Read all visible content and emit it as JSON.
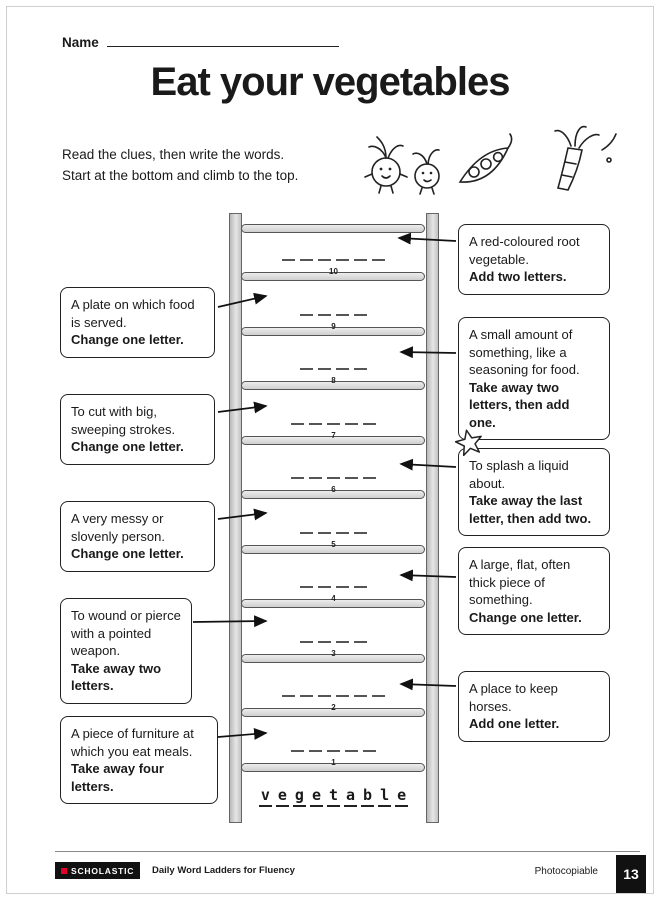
{
  "header": {
    "name_label": "Name",
    "title": "Eat your vegetables",
    "instructions_line1": "Read the clues, then write the words.",
    "instructions_line2": "Start at the bottom and climb to the top."
  },
  "ladder": {
    "base_word": "vegetable",
    "rungs": [
      {
        "number": 1,
        "letters": 5
      },
      {
        "number": 2,
        "letters": 6
      },
      {
        "number": 3,
        "letters": 4
      },
      {
        "number": 4,
        "letters": 4
      },
      {
        "number": 5,
        "letters": 4
      },
      {
        "number": 6,
        "letters": 5
      },
      {
        "number": 7,
        "letters": 5
      },
      {
        "number": 8,
        "letters": 4
      },
      {
        "number": 9,
        "letters": 4
      },
      {
        "number": 10,
        "letters": 6
      }
    ]
  },
  "clues_left": [
    {
      "text": "A plate on which food is served.",
      "action": "Change one letter."
    },
    {
      "text": "To cut with big, sweeping strokes.",
      "action": "Change one letter."
    },
    {
      "text": "A very messy or slovenly person.",
      "action": "Change one letter."
    },
    {
      "text": "To wound or pierce with a pointed weapon.",
      "action": "Take away two letters."
    },
    {
      "text": "A piece of furniture at which you eat meals.",
      "action": "Take away four letters."
    }
  ],
  "clues_right": [
    {
      "text": "A red-coloured root vegetable.",
      "action": "Add two letters."
    },
    {
      "text": "A small amount of something, like a seasoning for food.",
      "action": "Take away two letters, then add one."
    },
    {
      "text": "To splash a liquid about.",
      "action": "Take away the last letter, then add two."
    },
    {
      "text": "A large, flat, often thick piece of something.",
      "action": "Change one letter."
    },
    {
      "text": "A place to keep horses.",
      "action": "Add one letter."
    }
  ],
  "footer": {
    "brand": "SCHOLASTIC",
    "series": "Daily Word Ladders for Fluency",
    "photocopiable": "Photocopiable",
    "page_number": "13"
  },
  "colors": {
    "ink": "#1a1a1a",
    "rung_fill": "#d9d9d9",
    "rail_fill": "#c6c6c6",
    "brand_red": "#e4002b"
  }
}
